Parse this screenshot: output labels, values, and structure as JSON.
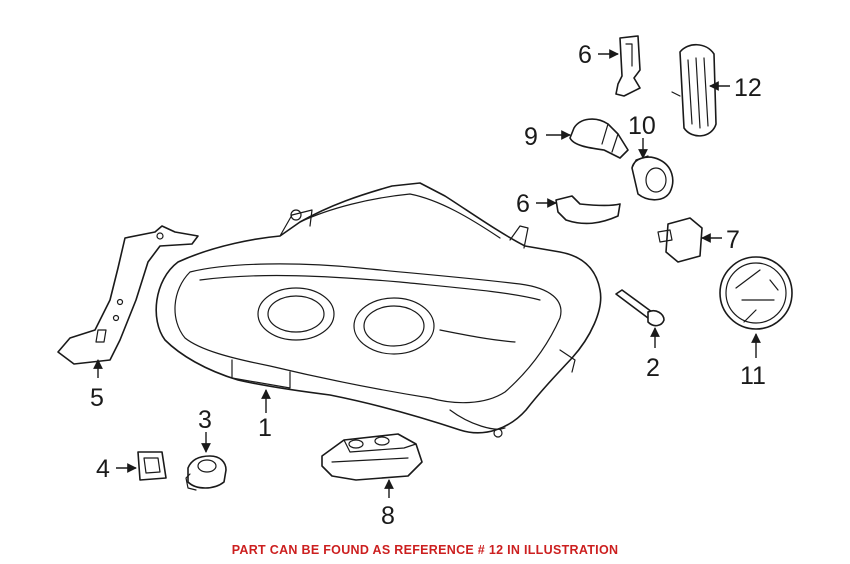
{
  "callouts": {
    "c1": "1",
    "c2": "2",
    "c3": "3",
    "c4": "4",
    "c5": "5",
    "c6a": "6",
    "c6b": "6",
    "c7": "7",
    "c8": "8",
    "c9": "9",
    "c10": "10",
    "c11": "11",
    "c12": "12"
  },
  "footer": {
    "note": "PART CAN BE FOUND AS REFERENCE # 12 IN ILLUSTRATION",
    "color": "#cc1f1f"
  }
}
